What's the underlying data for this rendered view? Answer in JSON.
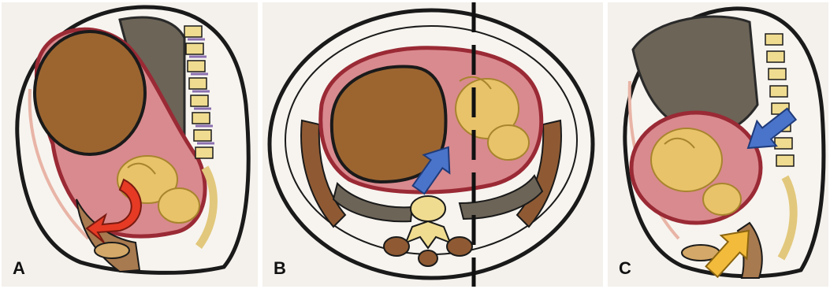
{
  "panels": [
    {
      "label": "A",
      "arrow_color": "#e63a24"
    },
    {
      "label": "B",
      "arrow_color": "#4a74c9"
    },
    {
      "label": "C",
      "arrow_colors": [
        "#4a74c9",
        "#f2bb3b"
      ]
    }
  ],
  "colors": {
    "background": "#f4f1ec",
    "outline": "#1a1a1a",
    "uterus_wall": "#9a2a35",
    "uterus_cavity": "#d98a8e",
    "mass": "#9c6530",
    "fetus": "#e8c36a",
    "bone": "#f0dc90",
    "muscle": "#8f5a33",
    "bowel_shadow": "#6c6457"
  }
}
